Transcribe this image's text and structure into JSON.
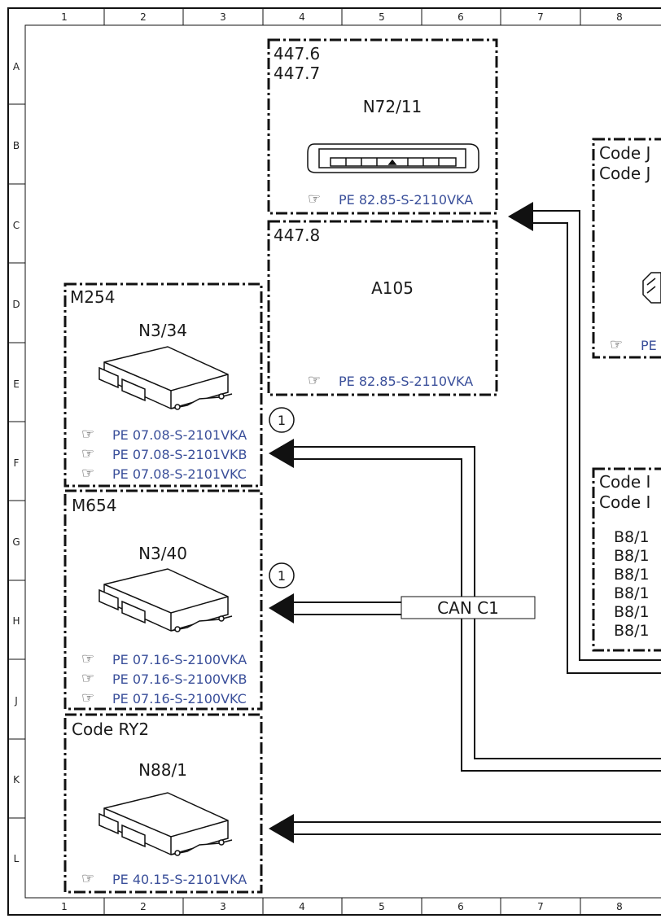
{
  "grid": {
    "columns": [
      "1",
      "2",
      "3",
      "4",
      "5",
      "6",
      "7",
      "8"
    ],
    "rows": [
      "A",
      "B",
      "C",
      "D",
      "E",
      "F",
      "G",
      "H",
      "J",
      "K",
      "L"
    ]
  },
  "blocks": {
    "n72": {
      "codes": [
        "447.6",
        "447.7"
      ],
      "name": "N72/11",
      "refs": [
        "PE 82.85-S-2110VKA"
      ]
    },
    "a105": {
      "codes": [
        "447.8"
      ],
      "name": "A105",
      "refs": [
        "PE 82.85-S-2110VKA"
      ]
    },
    "n334": {
      "codes": [
        "M254"
      ],
      "name": "N3/34",
      "refs": [
        "PE 07.08-S-2101VKA",
        "PE 07.08-S-2101VKB",
        "PE 07.08-S-2101VKC"
      ]
    },
    "n340": {
      "codes": [
        "M654"
      ],
      "name": "N3/40",
      "refs": [
        "PE 07.16-S-2100VKA",
        "PE 07.16-S-2100VKB",
        "PE 07.16-S-2100VKC"
      ]
    },
    "n881": {
      "codes": [
        "Code RY2"
      ],
      "name": "N88/1",
      "refs": [
        "PE 40.15-S-2101VKA"
      ]
    },
    "right_top": {
      "codes": [
        "Code J",
        "Code J"
      ],
      "refs": [
        "PE"
      ]
    },
    "right_mid": {
      "codes": [
        "Code I",
        "Code I"
      ],
      "items": [
        "B8/1",
        "B8/1",
        "B8/1",
        "B8/1",
        "B8/1",
        "B8/1"
      ]
    }
  },
  "markers": {
    "circle_label": "1"
  },
  "bus": {
    "label": "CAN C1"
  },
  "icons": {
    "reference": "pointing-hand-icon"
  }
}
